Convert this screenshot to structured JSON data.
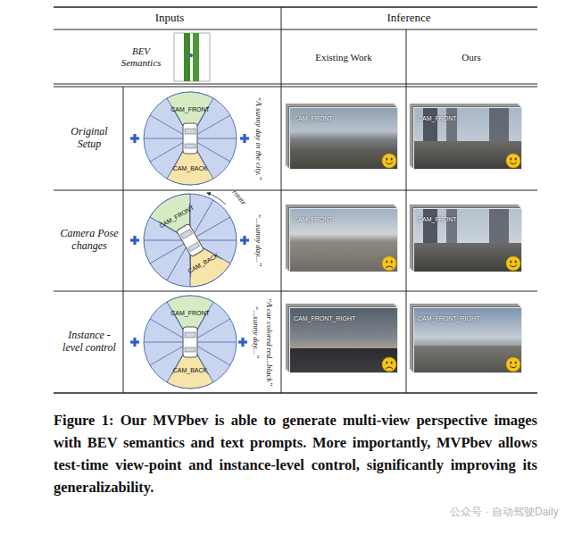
{
  "diagram": {
    "caption": "Figure 1: Our MVPbev is able to generate multi-view perspective images with BEV semantics and text prompts. More importantly, MVPbev allows test-time view-point and instance-level control, significantly improving its generalizability.",
    "nodes": [
      {
        "text": [
          "CAM_FRONT"
        ]
      },
      {
        "text": [
          "CAM_FRONT"
        ]
      },
      {
        "text": [
          "CAM_FRONT"
        ]
      },
      {
        "text": [
          "CAM_FRONT"
        ]
      },
      {
        "text": [
          "CAM_FRONT_RIGHT"
        ]
      },
      {
        "text": [
          "CAM_FRONT_RIGHT"
        ]
      }
    ],
    "labels": [
      "Inputs",
      "Inference",
      "BEV Semantics",
      "Existing Work",
      "Ours",
      "Original Setup",
      "CAM_FRONT",
      "CAM_BACK",
      "“A sunny day in the city.”",
      "Camera Pose changes",
      "CAM_FRONT",
      "CAM_BACK",
      "rotate",
      "“...sunny day...”",
      "Instance -level control",
      "CAM_FRONT",
      "CAM_BACK",
      "“A car colored red...black”",
      "“...sunny day...”",
      "公众号 · 自动驾驶Daily"
    ]
  }
}
